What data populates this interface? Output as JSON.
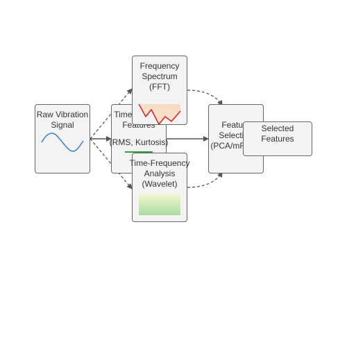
{
  "nodes": {
    "raw": {
      "line1": "Raw Vibration",
      "line2": "Signal"
    },
    "time": {
      "line1": "Time-Domain",
      "line2": "Features",
      "line3": "(RMS, Kurtosis)"
    },
    "fft": {
      "line1": "Frequency",
      "line2": "Spectrum",
      "line3": "(FFT)"
    },
    "tf": {
      "line1": "Time-Frequency",
      "line2": "Analysis",
      "line3": "(Wavelet)"
    },
    "selection": {
      "line1": "Feature",
      "line2": "Selection",
      "line3": "(PCA/mRMR)"
    },
    "selected": {
      "line1": "Selected",
      "line2": "Features"
    }
  },
  "colors": {
    "box_fill": "#f3f3f3",
    "box_stroke": "#666666",
    "arrow": "#555555",
    "sine": "#3b7fc4",
    "fft_line": "#d62020",
    "fft_fill": "#f7d9bf",
    "wavelet_top": "#f3f6d0",
    "wavelet_bottom": "#a9dca2",
    "time_bar": "#2e9e3e"
  }
}
